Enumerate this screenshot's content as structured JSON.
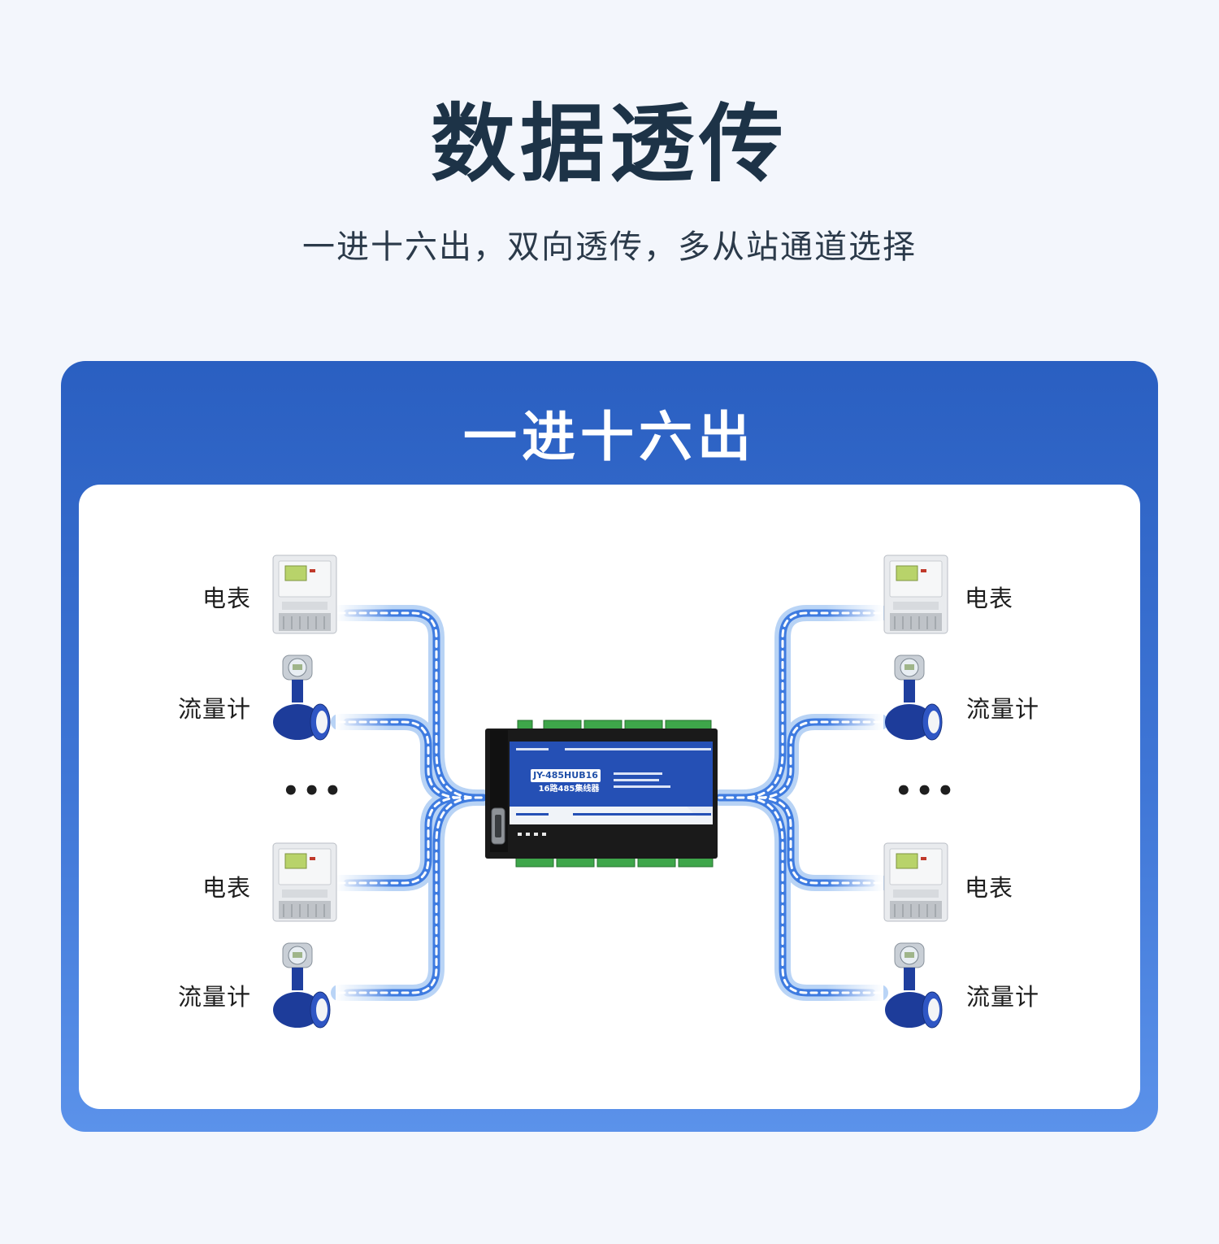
{
  "header": {
    "title": "数据透传",
    "subtitle": "一进十六出，双向透传，多从站通道选择"
  },
  "panel": {
    "title": "一进十六出"
  },
  "devices": {
    "left": [
      {
        "label": "电表",
        "icon": "electric-meter-icon"
      },
      {
        "label": "流量计",
        "icon": "flow-meter-icon"
      },
      {
        "label": "电表",
        "icon": "electric-meter-icon"
      },
      {
        "label": "流量计",
        "icon": "flow-meter-icon"
      }
    ],
    "right": [
      {
        "label": "电表",
        "icon": "electric-meter-icon"
      },
      {
        "label": "流量计",
        "icon": "flow-meter-icon"
      },
      {
        "label": "电表",
        "icon": "electric-meter-icon"
      },
      {
        "label": "流量计",
        "icon": "flow-meter-icon"
      }
    ],
    "ellipsis": "•••"
  },
  "hub": {
    "model": "JY-485HUB16",
    "name": "16路485集线器",
    "icon": "rs485-hub-device-icon"
  },
  "colors": {
    "title_text": "#1d3347",
    "panel_blue": "#2a5fc1",
    "wire_blue": "#3e7be0",
    "wire_light": "#b9d4f5"
  }
}
